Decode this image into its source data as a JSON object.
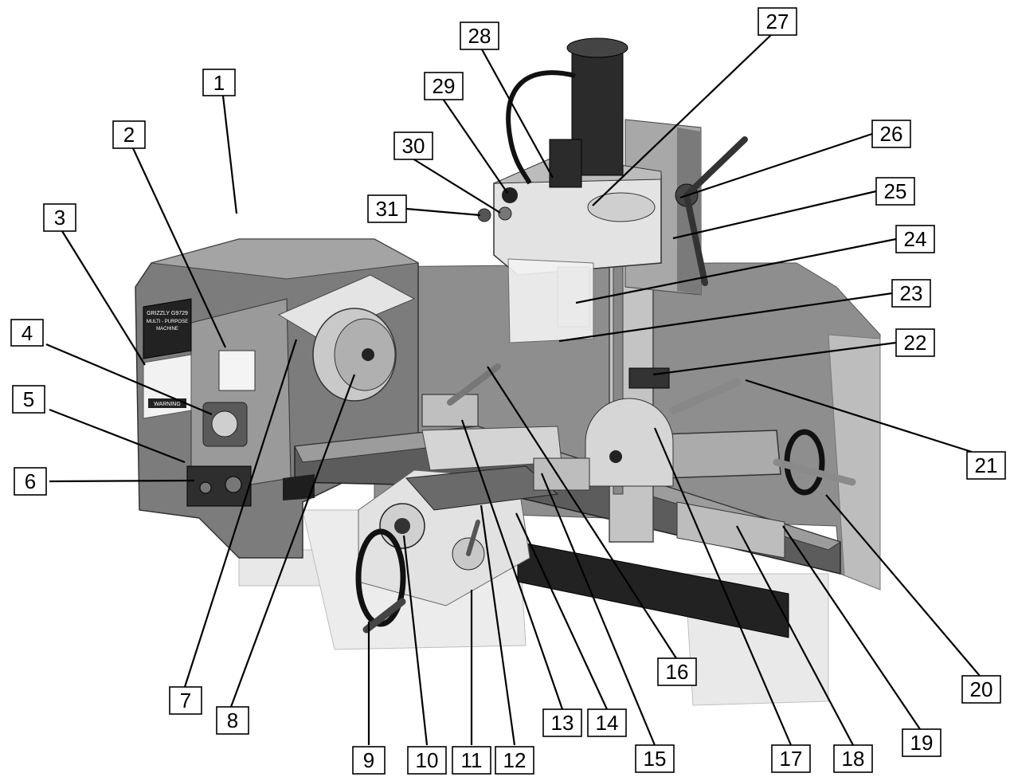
{
  "figure": {
    "callouts": [
      {
        "label": "1"
      },
      {
        "label": "2"
      },
      {
        "label": "3"
      },
      {
        "label": "4"
      },
      {
        "label": "5"
      },
      {
        "label": "6"
      },
      {
        "label": "7"
      },
      {
        "label": "8"
      },
      {
        "label": "9"
      },
      {
        "label": "10"
      },
      {
        "label": "11"
      },
      {
        "label": "12"
      },
      {
        "label": "13"
      },
      {
        "label": "14"
      },
      {
        "label": "15"
      },
      {
        "label": "16"
      },
      {
        "label": "17"
      },
      {
        "label": "18"
      },
      {
        "label": "19"
      },
      {
        "label": "20"
      },
      {
        "label": "21"
      },
      {
        "label": "22"
      },
      {
        "label": "23"
      },
      {
        "label": "24"
      },
      {
        "label": "25"
      },
      {
        "label": "26"
      },
      {
        "label": "27"
      },
      {
        "label": "28"
      },
      {
        "label": "29"
      },
      {
        "label": "30"
      },
      {
        "label": "31"
      }
    ],
    "control_panel": {
      "brand": "GRIZZLY G9729",
      "line2": "MULTI - PURPOSE",
      "line3": "MACHINE",
      "warning": "WARNING"
    }
  },
  "colors": {
    "background": "#ffffff",
    "machine_gray": "#8c8c8c",
    "machine_dark": "#3a3a3a",
    "machine_light": "#e6e6e6",
    "outline": "#000000"
  }
}
